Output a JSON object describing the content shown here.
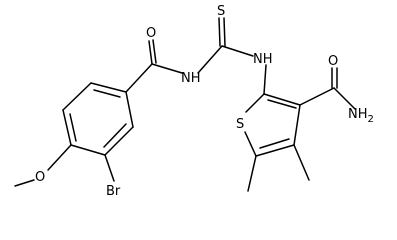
{
  "atoms": {
    "carbonyl_oxygen": "O",
    "thione_sulfur": "S",
    "amide_nh_left": "NH",
    "amide_nh_right": "NH",
    "amide_oxygen": "O",
    "amide_nh2": "NH",
    "amide_nh2_subscript": "2",
    "thiophene_sulfur": "S",
    "methoxy_oxygen": "O",
    "bromine": "Br"
  }
}
